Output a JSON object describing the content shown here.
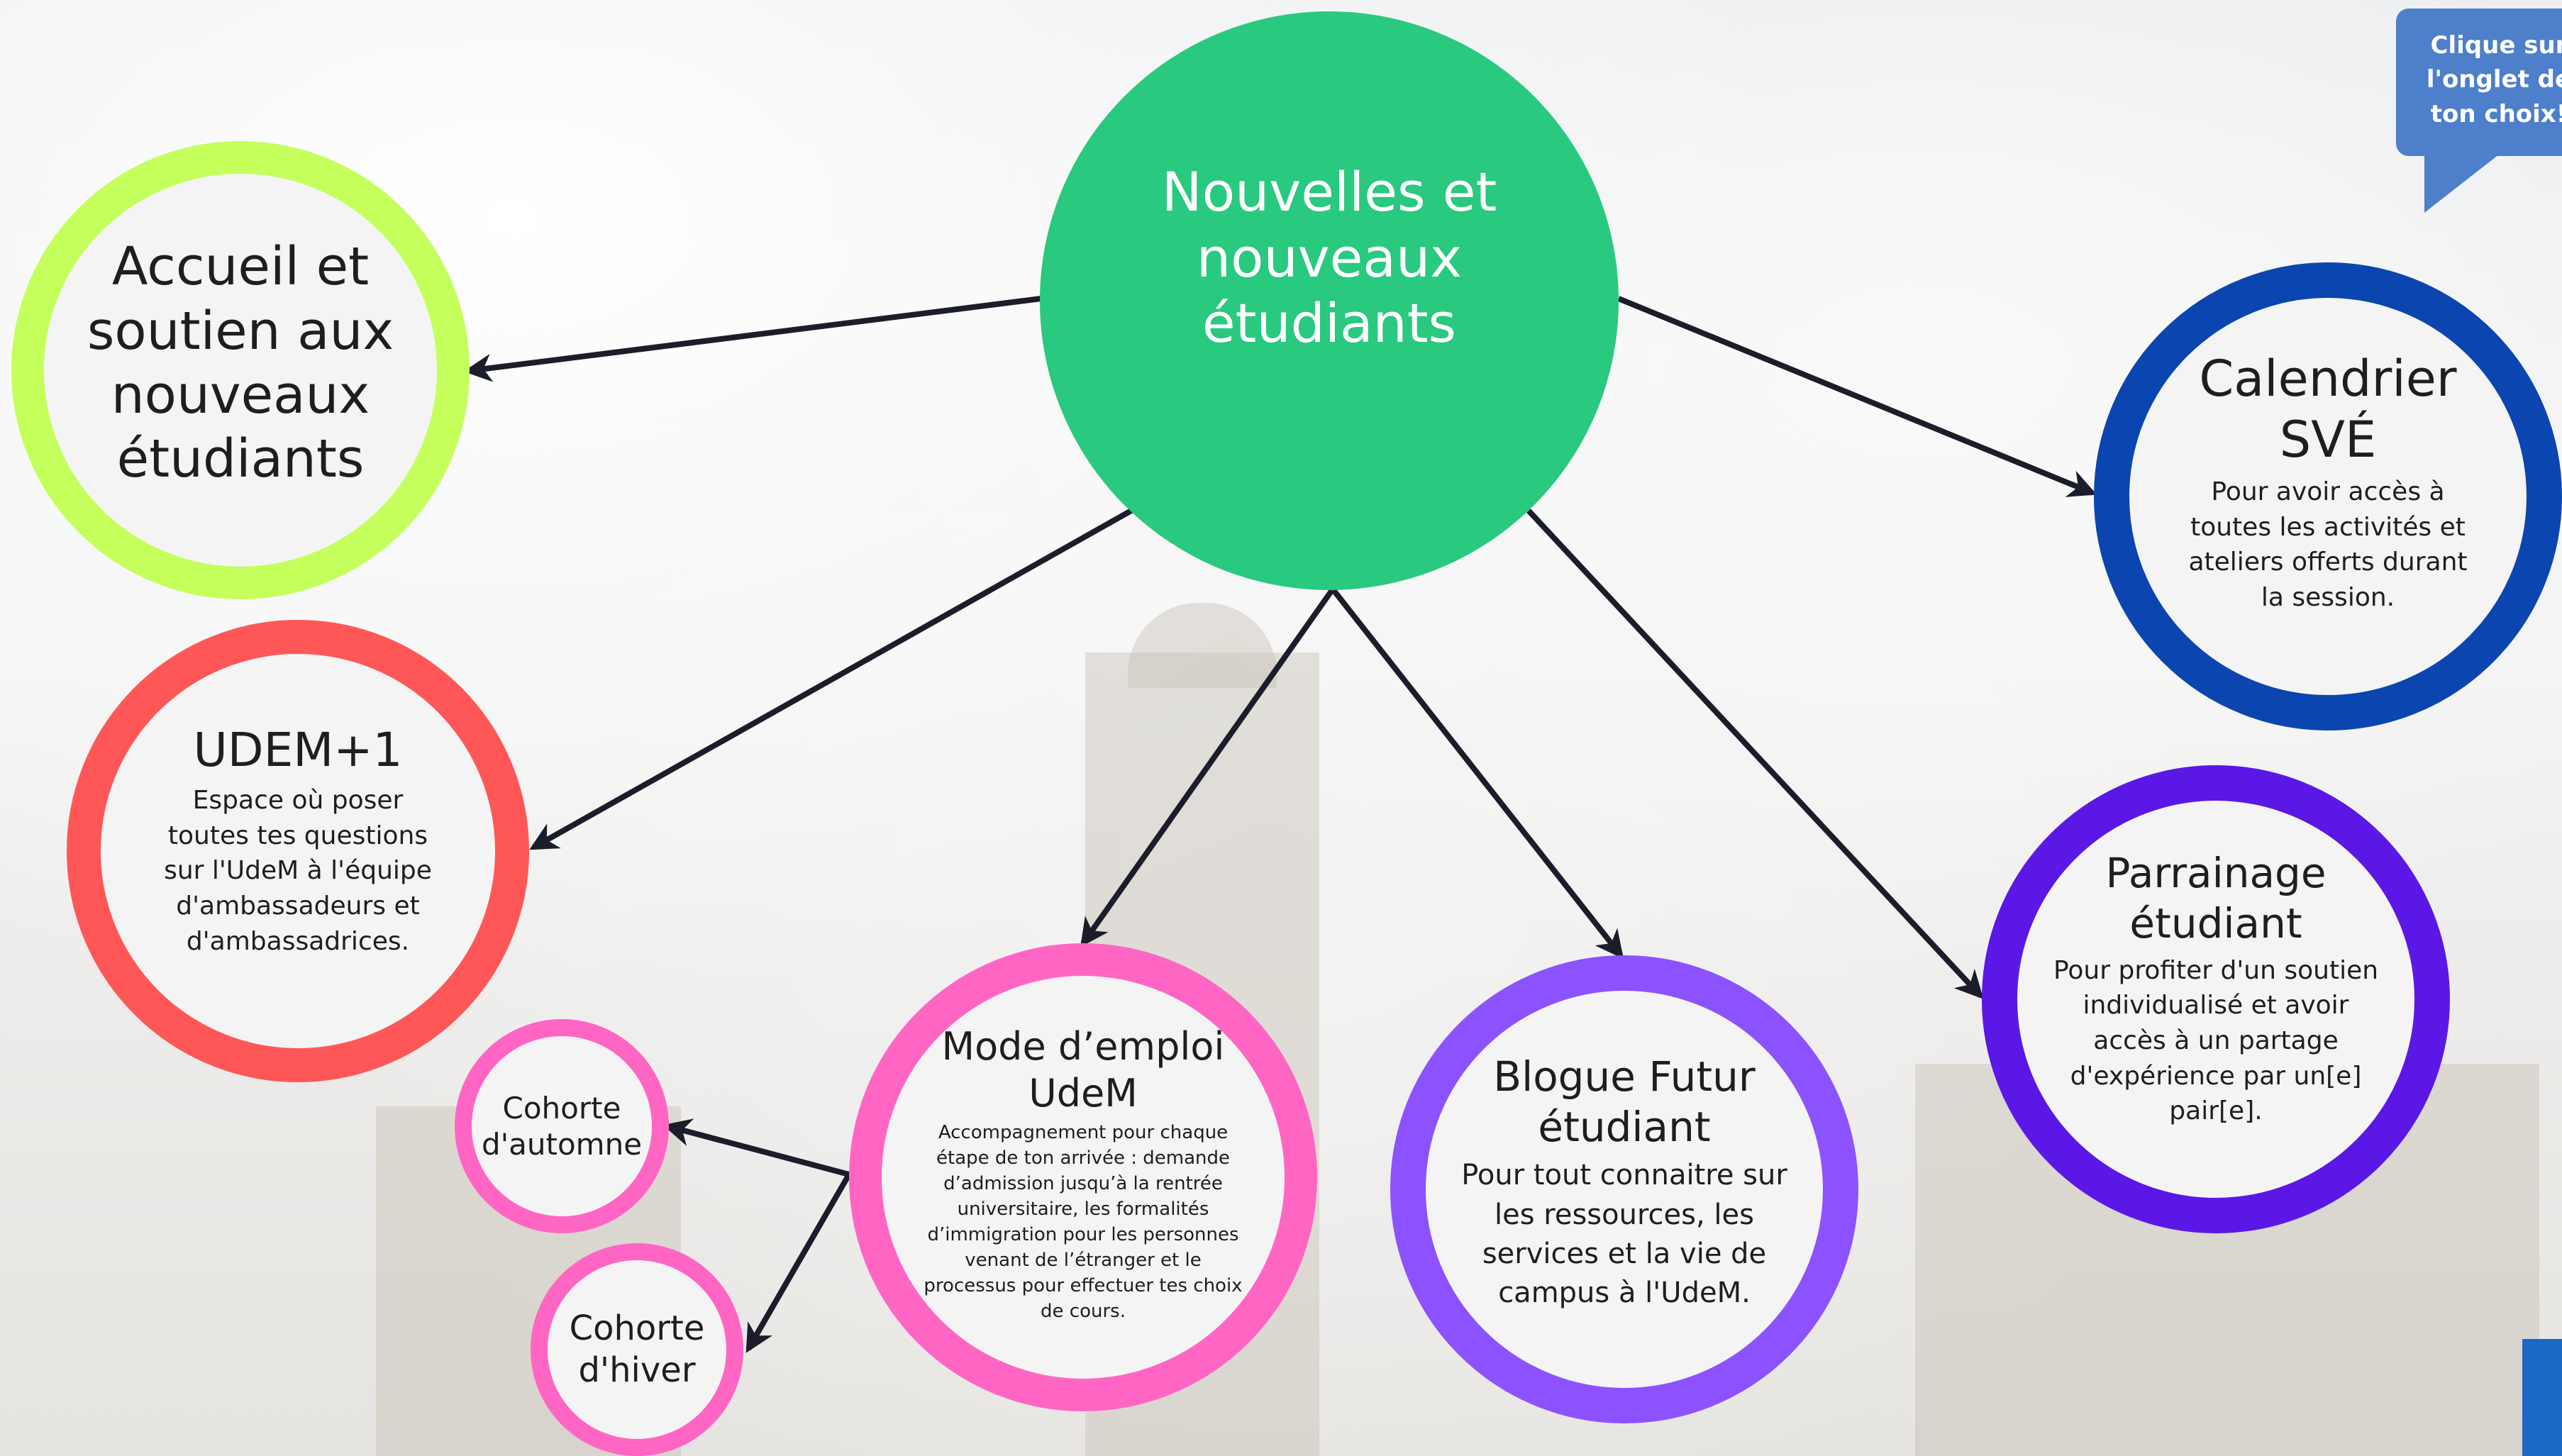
{
  "center": {
    "title": "Nouvelles et nouveaux étudiants"
  },
  "callout": {
    "text": "Clique sur l'onglet de ton choix!"
  },
  "nodes": {
    "accueil": {
      "title": "Accueil et soutien aux nouveaux étudiants"
    },
    "udem1": {
      "title": "UDEM+1",
      "desc": "Espace où poser toutes tes questions sur l'UdeM à l'équipe d'ambassadeurs et d'ambassadrices."
    },
    "calendrier": {
      "title": "Calendrier SVÉ",
      "desc": "Pour avoir accès à toutes les activités et ateliers offerts durant la session."
    },
    "parrainage": {
      "title": "Parrainage étudiant",
      "desc": "Pour profiter d'un soutien individualisé et avoir accès à un partage d'expérience par un[e] pair[e]."
    },
    "mode_emploi": {
      "title": "Mode d’emploi UdeM",
      "desc": "Accompagnement pour chaque étape de ton arrivée : demande d’admission jusqu’à la rentrée universitaire, les formalités d’immigration pour les personnes venant de l’étranger et le processus pour effectuer tes choix de cours."
    },
    "blogue": {
      "title": "Blogue Futur étudiant",
      "desc": "Pour tout connaitre sur les ressources, les services et la vie de campus à l'UdeM."
    },
    "cohorte_automne": {
      "title": "Cohorte d'automne"
    },
    "cohorte_hiver": {
      "title": "Cohorte d'hiver"
    }
  },
  "colors": {
    "center": "#29c97f",
    "accueil": "#c4ff5c",
    "udem1": "#ff5757",
    "calendrier": "#0a45b0",
    "parrainage": "#5a17e6",
    "mode_emploi": "#ff66c4",
    "blogue": "#8c52ff",
    "cohorte": "#ff66c4",
    "callout": "#4d7fca",
    "arrow": "#1b1d2a"
  }
}
